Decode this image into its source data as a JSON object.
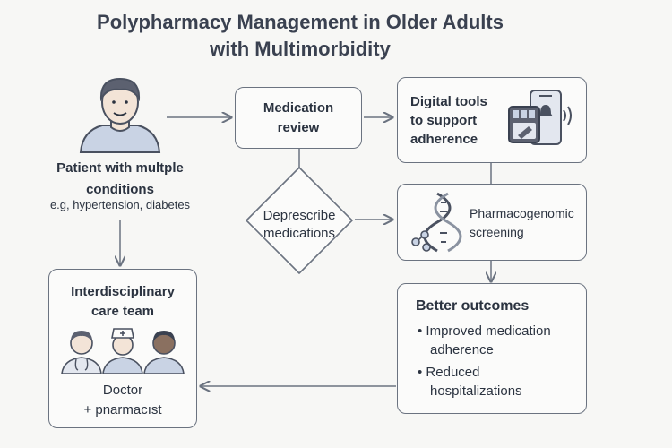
{
  "title": {
    "line1": "Polypharmacy Management in Older Adults",
    "line2": "with Multimorbidity"
  },
  "patient": {
    "label_line1": "Patient with multple",
    "label_line2": "conditions",
    "example": "e.g, hypertension, diabetes"
  },
  "review": {
    "line1": "Medication",
    "line2": "review"
  },
  "digital": {
    "line1": "Digital tools",
    "line2": "to support",
    "line3": "adherence"
  },
  "deprescribe": {
    "line1": "Deprescribe",
    "line2": "medications"
  },
  "pgx": {
    "line1": "Pharmacogenomic",
    "line2": "screening"
  },
  "team": {
    "title_line1": "Interdisciplinary",
    "title_line2": "care team",
    "members_line1": "Doctor",
    "members_line2": "+ pnarmacıst"
  },
  "outcomes": {
    "title": "Better outcomes",
    "items": [
      {
        "line1": "Improved medication",
        "line2": "adherence"
      },
      {
        "line1": "Reduced",
        "line2": "hospitalizations"
      }
    ]
  },
  "colors": {
    "line": "#6b7380",
    "ink": "#2b3340",
    "accent": "#c9d3e4"
  }
}
